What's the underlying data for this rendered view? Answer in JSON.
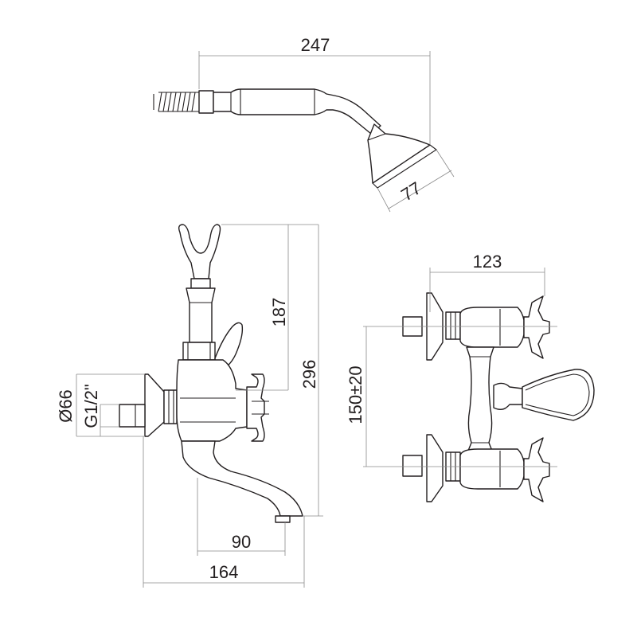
{
  "dimensions": {
    "shower_length": "247",
    "shower_head": "77",
    "holder_height": "187",
    "total_height": "296",
    "diameter": "Ø66",
    "thread": "G1/2\"",
    "spout_reach": "90",
    "total_depth": "164",
    "width": "123",
    "centers": "150±20"
  }
}
